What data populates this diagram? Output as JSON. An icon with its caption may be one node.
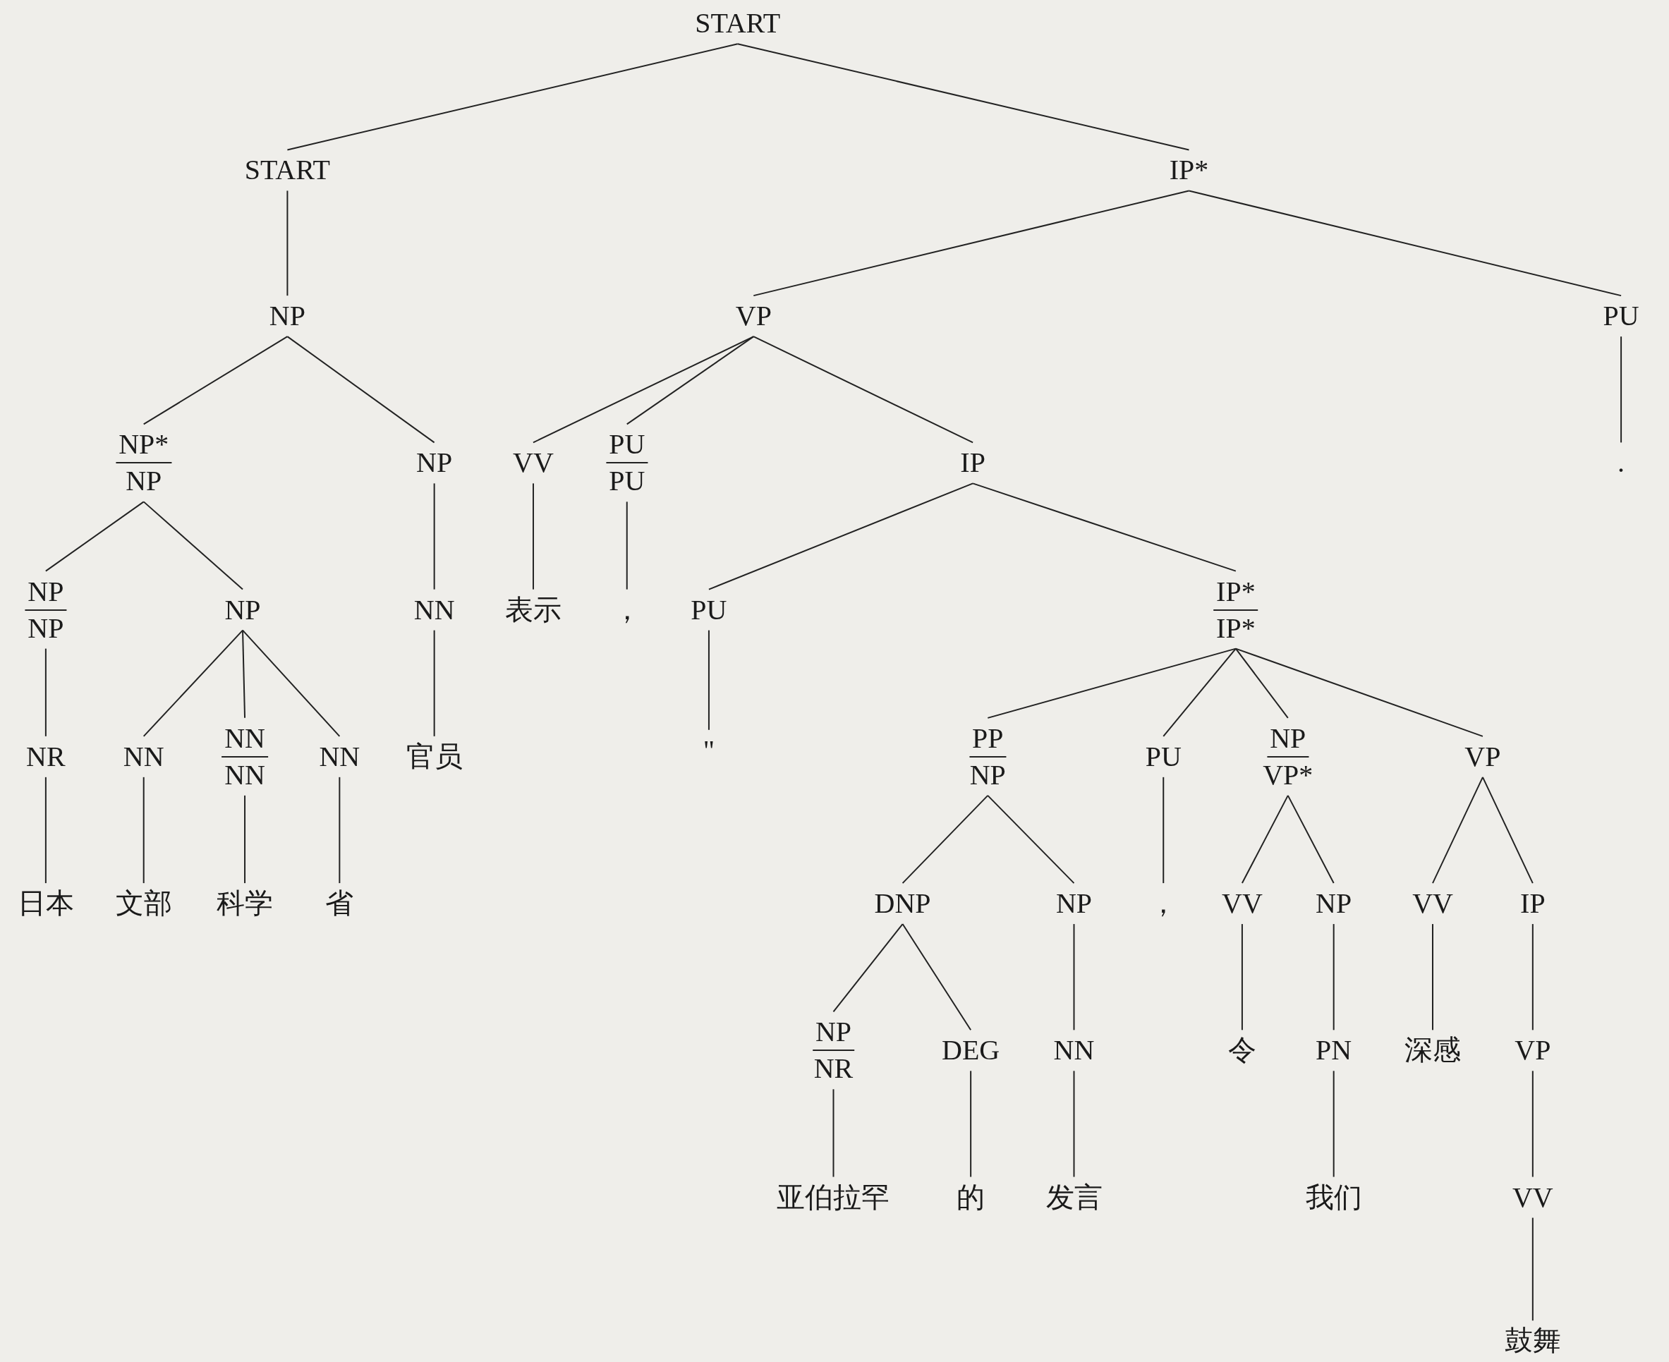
{
  "diagram": {
    "nodes": [
      {
        "text": [
          "START"
        ]
      },
      {
        "text": [
          "START"
        ]
      },
      {
        "text": [
          "IP*"
        ]
      },
      {
        "text": [
          "NP"
        ]
      },
      {
        "text": [
          "VP"
        ]
      },
      {
        "text": [
          "PU"
        ]
      },
      {
        "text": [
          "NP*",
          "NP"
        ]
      },
      {
        "text": [
          "NP"
        ]
      },
      {
        "text": [
          "VV"
        ]
      },
      {
        "text": [
          "PU",
          "PU"
        ]
      },
      {
        "text": [
          "IP"
        ]
      },
      {
        "text": [
          "."
        ]
      },
      {
        "text": [
          "NP",
          "NP"
        ]
      },
      {
        "text": [
          "NP"
        ]
      },
      {
        "text": [
          "NN"
        ]
      },
      {
        "text": [
          "表示"
        ]
      },
      {
        "text": [
          "，"
        ]
      },
      {
        "text": [
          "PU"
        ]
      },
      {
        "text": [
          "IP*",
          "IP*"
        ]
      },
      {
        "text": [
          "NR"
        ]
      },
      {
        "text": [
          "NN"
        ]
      },
      {
        "text": [
          "NN",
          "NN"
        ]
      },
      {
        "text": [
          "NN"
        ]
      },
      {
        "text": [
          "官员"
        ]
      },
      {
        "text": [
          "\""
        ]
      },
      {
        "text": [
          "PP",
          "NP"
        ]
      },
      {
        "text": [
          "PU"
        ]
      },
      {
        "text": [
          "NP",
          "VP*"
        ]
      },
      {
        "text": [
          "VP"
        ]
      },
      {
        "text": [
          "日本"
        ]
      },
      {
        "text": [
          "文部"
        ]
      },
      {
        "text": [
          "科学"
        ]
      },
      {
        "text": [
          "省"
        ]
      },
      {
        "text": [
          "DNP"
        ]
      },
      {
        "text": [
          "NP"
        ]
      },
      {
        "text": [
          "，"
        ]
      },
      {
        "text": [
          "VV"
        ]
      },
      {
        "text": [
          "NP"
        ]
      },
      {
        "text": [
          "VV"
        ]
      },
      {
        "text": [
          "IP"
        ]
      },
      {
        "text": [
          "NP",
          "NR"
        ]
      },
      {
        "text": [
          "DEG"
        ]
      },
      {
        "text": [
          "NN"
        ]
      },
      {
        "text": [
          "令"
        ]
      },
      {
        "text": [
          "PN"
        ]
      },
      {
        "text": [
          "深感"
        ]
      },
      {
        "text": [
          "VP"
        ]
      },
      {
        "text": [
          "亚伯拉罕"
        ]
      },
      {
        "text": [
          "的"
        ]
      },
      {
        "text": [
          "发言"
        ]
      },
      {
        "text": [
          "我们"
        ]
      },
      {
        "text": [
          "VV"
        ]
      },
      {
        "text": [
          "鼓舞"
        ]
      }
    ],
    "edges": [
      {
        "from": 0,
        "to": 1,
        "arrow": "none"
      },
      {
        "from": 0,
        "to": 2,
        "arrow": "none"
      },
      {
        "from": 1,
        "to": 3,
        "arrow": "none"
      },
      {
        "from": 2,
        "to": 4,
        "arrow": "none"
      },
      {
        "from": 2,
        "to": 5,
        "arrow": "none"
      },
      {
        "from": 3,
        "to": 6,
        "arrow": "none"
      },
      {
        "from": 3,
        "to": 7,
        "arrow": "none"
      },
      {
        "from": 4,
        "to": 8,
        "arrow": "none"
      },
      {
        "from": 4,
        "to": 9,
        "arrow": "none"
      },
      {
        "from": 4,
        "to": 10,
        "arrow": "none"
      },
      {
        "from": 5,
        "to": 11,
        "arrow": "none"
      },
      {
        "from": 6,
        "to": 12,
        "arrow": "none"
      },
      {
        "from": 6,
        "to": 13,
        "arrow": "none"
      },
      {
        "from": 7,
        "to": 14,
        "arrow": "none"
      },
      {
        "from": 8,
        "to": 15,
        "arrow": "none"
      },
      {
        "from": 9,
        "to": 16,
        "arrow": "none"
      },
      {
        "from": 10,
        "to": 17,
        "arrow": "none"
      },
      {
        "from": 10,
        "to": 18,
        "arrow": "none"
      },
      {
        "from": 12,
        "to": 19,
        "arrow": "none"
      },
      {
        "from": 13,
        "to": 20,
        "arrow": "none"
      },
      {
        "from": 13,
        "to": 21,
        "arrow": "none"
      },
      {
        "from": 13,
        "to": 22,
        "arrow": "none"
      },
      {
        "from": 14,
        "to": 23,
        "arrow": "none"
      },
      {
        "from": 17,
        "to": 24,
        "arrow": "none"
      },
      {
        "from": 18,
        "to": 25,
        "arrow": "none"
      },
      {
        "from": 18,
        "to": 26,
        "arrow": "none"
      },
      {
        "from": 18,
        "to": 27,
        "arrow": "none"
      },
      {
        "from": 18,
        "to": 28,
        "arrow": "none"
      },
      {
        "from": 19,
        "to": 29,
        "arrow": "none"
      },
      {
        "from": 20,
        "to": 30,
        "arrow": "none"
      },
      {
        "from": 21,
        "to": 31,
        "arrow": "none"
      },
      {
        "from": 22,
        "to": 32,
        "arrow": "none"
      },
      {
        "from": 25,
        "to": 33,
        "arrow": "none"
      },
      {
        "from": 25,
        "to": 34,
        "arrow": "none"
      },
      {
        "from": 26,
        "to": 35,
        "arrow": "none"
      },
      {
        "from": 27,
        "to": 36,
        "arrow": "none"
      },
      {
        "from": 27,
        "to": 37,
        "arrow": "none"
      },
      {
        "from": 28,
        "to": 38,
        "arrow": "none"
      },
      {
        "from": 28,
        "to": 39,
        "arrow": "none"
      },
      {
        "from": 33,
        "to": 40,
        "arrow": "none"
      },
      {
        "from": 33,
        "to": 41,
        "arrow": "none"
      },
      {
        "from": 34,
        "to": 42,
        "arrow": "none"
      },
      {
        "from": 36,
        "to": 43,
        "arrow": "none"
      },
      {
        "from": 37,
        "to": 44,
        "arrow": "none"
      },
      {
        "from": 38,
        "to": 45,
        "arrow": "none"
      },
      {
        "from": 39,
        "to": 46,
        "arrow": "none"
      },
      {
        "from": 40,
        "to": 47,
        "arrow": "none"
      },
      {
        "from": 41,
        "to": 48,
        "arrow": "none"
      },
      {
        "from": 42,
        "to": 49,
        "arrow": "none"
      },
      {
        "from": 44,
        "to": 50,
        "arrow": "none"
      },
      {
        "from": 46,
        "to": 51,
        "arrow": "none"
      },
      {
        "from": 51,
        "to": 52,
        "arrow": "none"
      }
    ]
  }
}
